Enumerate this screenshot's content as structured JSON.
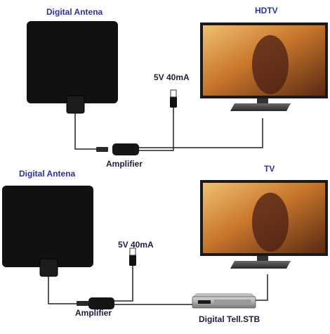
{
  "top_setup": {
    "antenna_label": "Digital Antena",
    "tv_label": "HDTV",
    "power_label": "5V 40mA",
    "amplifier_label": "Amplifier"
  },
  "bottom_setup": {
    "antenna_label": "Digital Antena",
    "tv_label": "TV",
    "power_label": "5V 40mA",
    "amplifier_label": "Amplifier",
    "stb_label": "Digital Tell.STB"
  },
  "colors": {
    "label_blue": "#2b2fa8",
    "label_dark": "#1e1e3c",
    "antenna": "#111111",
    "cable": "#222222",
    "tv_frame": "#1a1a1a",
    "screen_glow": "#c9772c"
  }
}
